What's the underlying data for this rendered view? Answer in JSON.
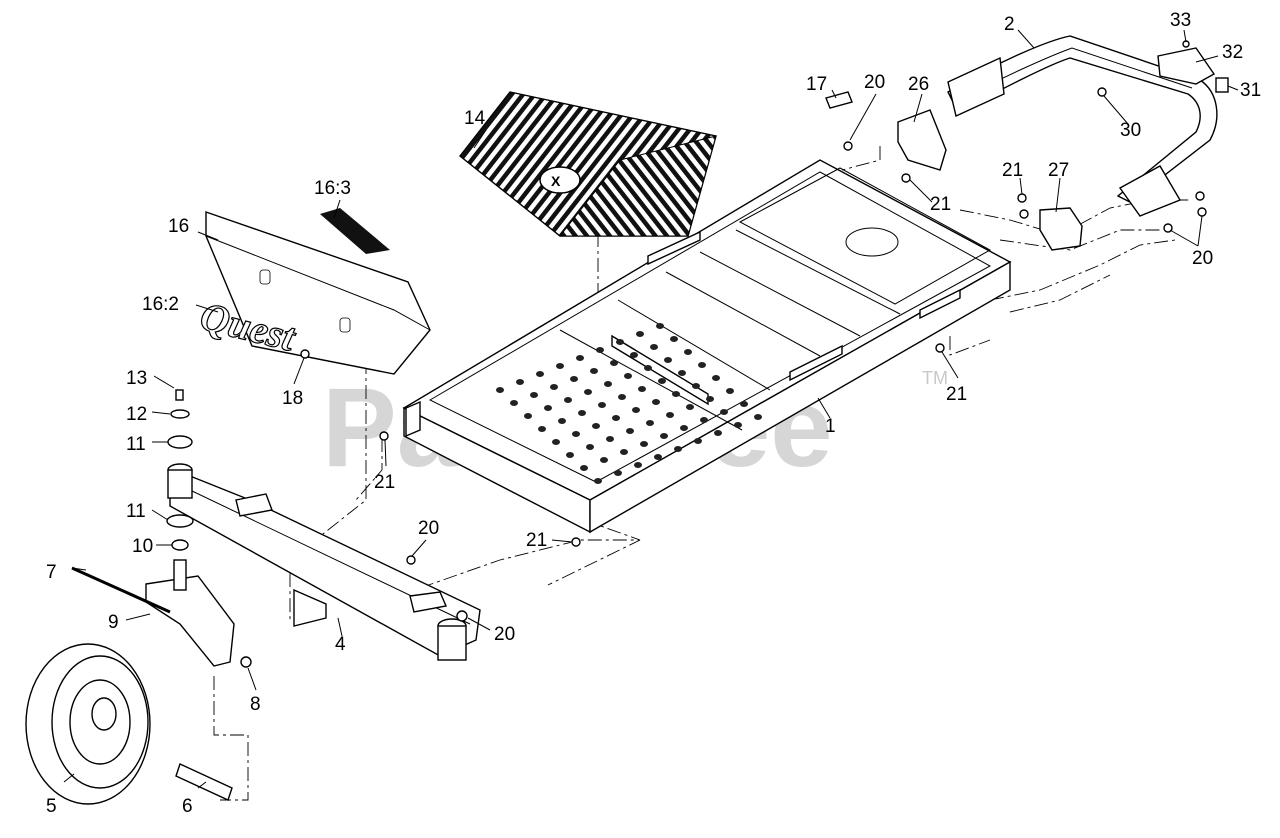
{
  "watermark": {
    "text": "PartsTree",
    "trademark": "TM"
  },
  "logo": {
    "text": "Quest"
  },
  "callouts": [
    {
      "id": "c1",
      "text": "1"
    },
    {
      "id": "c2",
      "text": "2"
    },
    {
      "id": "c4",
      "text": "4"
    },
    {
      "id": "c5",
      "text": "5"
    },
    {
      "id": "c6",
      "text": "6"
    },
    {
      "id": "c7",
      "text": "7"
    },
    {
      "id": "c8",
      "text": "8"
    },
    {
      "id": "c9",
      "text": "9"
    },
    {
      "id": "c10",
      "text": "10"
    },
    {
      "id": "c11a",
      "text": "11"
    },
    {
      "id": "c11b",
      "text": "11"
    },
    {
      "id": "c12",
      "text": "12"
    },
    {
      "id": "c13",
      "text": "13"
    },
    {
      "id": "c14",
      "text": "14"
    },
    {
      "id": "c16",
      "text": "16"
    },
    {
      "id": "c16_2",
      "text": "16:2"
    },
    {
      "id": "c16_3",
      "text": "16:3"
    },
    {
      "id": "c17",
      "text": "17"
    },
    {
      "id": "c18",
      "text": "18"
    },
    {
      "id": "c20a",
      "text": "20"
    },
    {
      "id": "c20b",
      "text": "20"
    },
    {
      "id": "c20c",
      "text": "20"
    },
    {
      "id": "c20d",
      "text": "20"
    },
    {
      "id": "c21a",
      "text": "21"
    },
    {
      "id": "c21b",
      "text": "21"
    },
    {
      "id": "c21c",
      "text": "21"
    },
    {
      "id": "c21d",
      "text": "21"
    },
    {
      "id": "c21e",
      "text": "21"
    },
    {
      "id": "c26",
      "text": "26"
    },
    {
      "id": "c27",
      "text": "27"
    },
    {
      "id": "c30",
      "text": "30"
    },
    {
      "id": "c31",
      "text": "31"
    },
    {
      "id": "c32",
      "text": "32"
    },
    {
      "id": "c33",
      "text": "33"
    }
  ]
}
